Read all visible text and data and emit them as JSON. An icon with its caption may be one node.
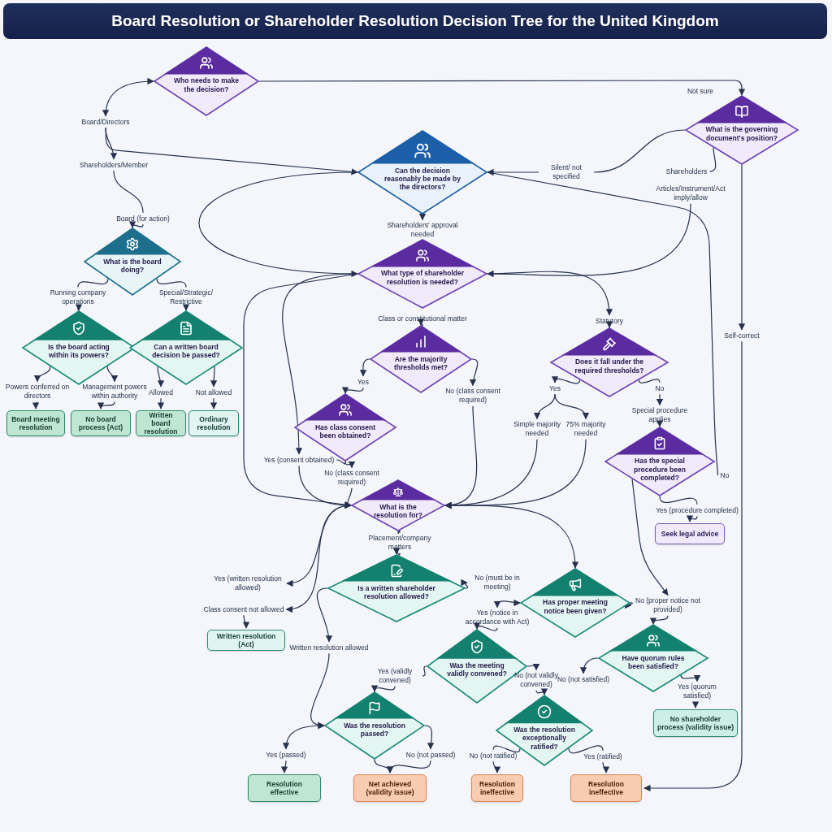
{
  "diagram": {
    "title": "Board Resolution or Shareholder Resolution Decision Tree for the United Kingdom",
    "nodes": [
      {
        "text": [
          "Who needs to make the decision?"
        ]
      },
      {
        "text": [
          "Board/Directors"
        ]
      },
      {
        "text": [
          "Shareholders/Member"
        ]
      },
      {
        "text": [
          "Board (for action)"
        ]
      },
      {
        "text": [
          "What is the board doing?"
        ]
      },
      {
        "text": [
          "Running company operations"
        ]
      },
      {
        "text": [
          "Special/Strategic/ Restrictive"
        ]
      },
      {
        "text": [
          "Is the board acting within its powers?"
        ]
      },
      {
        "text": [
          "Can a written board decision be passed?"
        ]
      },
      {
        "text": [
          "Powers conferred on directors"
        ]
      },
      {
        "text": [
          "Management powers within authority"
        ]
      },
      {
        "text": [
          "Allowed"
        ]
      },
      {
        "text": [
          "Not allowed"
        ]
      },
      {
        "text": [
          "Board meeting resolution"
        ]
      },
      {
        "text": [
          "No board process (Act)"
        ]
      },
      {
        "text": [
          "Written board resolution"
        ]
      },
      {
        "text": [
          "Ordinary resolution"
        ]
      },
      {
        "text": [
          "Can the decision reasonably be made by the directors?"
        ]
      },
      {
        "text": [
          "What is the governing document's position?"
        ]
      },
      {
        "text": [
          "Silent/ not specified"
        ]
      },
      {
        "text": [
          "Shareholders"
        ]
      },
      {
        "text": [
          "Articles/Instrument/Act imply/allow"
        ]
      },
      {
        "text": [
          "Shareholders' approval needed"
        ]
      },
      {
        "text": [
          "What type of shareholder resolution is needed?"
        ]
      },
      {
        "text": [
          "Class or constitutional matter"
        ]
      },
      {
        "text": [
          "Statutory"
        ]
      },
      {
        "text": [
          "Are the majority thresholds met?"
        ]
      },
      {
        "text": [
          "Does it fall under the required thresholds?"
        ]
      },
      {
        "text": [
          "Yes"
        ]
      },
      {
        "text": [
          "No (class consent required)"
        ]
      },
      {
        "text": [
          "Yes"
        ]
      },
      {
        "text": [
          "No"
        ]
      },
      {
        "text": [
          "Simple majority needed"
        ]
      },
      {
        "text": [
          "75% majority needed"
        ]
      },
      {
        "text": [
          "Special procedure applies"
        ]
      },
      {
        "text": [
          "Has class consent been obtained?"
        ]
      },
      {
        "text": [
          "Has the special procedure been completed?"
        ]
      },
      {
        "text": [
          "Yes (consent obtained)"
        ]
      },
      {
        "text": [
          "No (class consent required)"
        ]
      },
      {
        "text": [
          "No"
        ]
      },
      {
        "text": [
          "Yes (procedure completed)"
        ]
      },
      {
        "text": [
          "Seek legal advice"
        ]
      },
      {
        "text": [
          "What is the resolution for?"
        ]
      },
      {
        "text": [
          "Self-correct"
        ]
      },
      {
        "text": [
          "Placement/company matters"
        ]
      },
      {
        "text": [
          "Yes (written resolution allowed)"
        ]
      },
      {
        "text": [
          "Class consent not allowed"
        ]
      },
      {
        "text": [
          "Is a written shareholder resolution allowed?"
        ]
      },
      {
        "text": [
          "No (must be in meeting)"
        ]
      },
      {
        "text": [
          "Written resolution (Act)"
        ]
      },
      {
        "text": [
          "Written resolution allowed"
        ]
      },
      {
        "text": [
          "Has proper meeting notice been given?"
        ]
      },
      {
        "text": [
          "Yes (notice in accordance with Act)"
        ]
      },
      {
        "text": [
          "No (proper notice not provided)"
        ]
      },
      {
        "text": [
          "Was the meeting validly convened?"
        ]
      },
      {
        "text": [
          "Have quorum rules been satisfied?"
        ]
      },
      {
        "text": [
          "Yes (validly convened)"
        ]
      },
      {
        "text": [
          "No (not validly convened)"
        ]
      },
      {
        "text": [
          "No (not satisfied)"
        ]
      },
      {
        "text": [
          "Yes (quorum satisfied)"
        ]
      },
      {
        "text": [
          "No shareholder process (validity issue)"
        ]
      },
      {
        "text": [
          "Was the resolution passed?"
        ]
      },
      {
        "text": [
          "Was the resolution exceptionally ratified?"
        ]
      },
      {
        "text": [
          "Yes (passed)"
        ]
      },
      {
        "text": [
          "No (not passed)"
        ]
      },
      {
        "text": [
          "No (not ratified)"
        ]
      },
      {
        "text": [
          "Yes (ratified)"
        ]
      },
      {
        "text": [
          "Resolution effective"
        ]
      },
      {
        "text": [
          "Net achieved (validity issue)"
        ]
      },
      {
        "text": [
          "Resolution ineffective"
        ]
      },
      {
        "text": [
          "Resolution ineffective"
        ]
      }
    ],
    "edges": [
      {
        "from": 0,
        "to": 18,
        "arrow": "to",
        "label": "Not sure"
      },
      {
        "from": 1,
        "to": 0,
        "arrow": "both"
      },
      {
        "from": 1,
        "to": 2,
        "arrow": "to"
      },
      {
        "from": 1,
        "to": 17,
        "arrow": "to"
      },
      {
        "from": 2,
        "to": 3,
        "arrow": "none"
      },
      {
        "from": 3,
        "to": 4,
        "arrow": "to"
      },
      {
        "from": 4,
        "to": 5,
        "arrow": "none"
      },
      {
        "from": 4,
        "to": 6,
        "arrow": "none"
      },
      {
        "from": 5,
        "to": 7,
        "arrow": "to"
      },
      {
        "from": 6,
        "to": 8,
        "arrow": "to"
      },
      {
        "from": 7,
        "to": 9,
        "arrow": "to"
      },
      {
        "from": 7,
        "to": 10,
        "arrow": "to"
      },
      {
        "from": 8,
        "to": 11,
        "arrow": "to"
      },
      {
        "from": 8,
        "to": 12,
        "arrow": "to"
      },
      {
        "from": 9,
        "to": 13,
        "arrow": "to"
      },
      {
        "from": 10,
        "to": 14,
        "arrow": "to"
      },
      {
        "from": 11,
        "to": 15,
        "arrow": "to"
      },
      {
        "from": 12,
        "to": 16,
        "arrow": "to"
      },
      {
        "from": 17,
        "to": 23,
        "arrow": "to"
      },
      {
        "from": 17,
        "to": 22,
        "arrow": "to"
      },
      {
        "from": 17,
        "to": 39,
        "arrow": "none"
      },
      {
        "from": 18,
        "to": 19,
        "arrow": "none"
      },
      {
        "from": 19,
        "to": 17,
        "arrow": "to"
      },
      {
        "from": 18,
        "to": 20,
        "arrow": "none"
      },
      {
        "from": 21,
        "to": 23,
        "arrow": "to"
      },
      {
        "from": 18,
        "to": 43,
        "arrow": "to"
      },
      {
        "from": 43,
        "to": 70,
        "arrow": "to"
      },
      {
        "from": 24,
        "to": 26,
        "arrow": "to"
      },
      {
        "from": 23,
        "to": 25,
        "arrow": "to"
      },
      {
        "from": 25,
        "to": 27,
        "arrow": "to"
      },
      {
        "from": 23,
        "to": 42,
        "arrow": "to"
      },
      {
        "from": 23,
        "to": 37,
        "arrow": "to"
      },
      {
        "from": 37,
        "to": 42,
        "arrow": "to"
      },
      {
        "from": 35,
        "to": 37,
        "arrow": "none"
      },
      {
        "from": 26,
        "to": 28,
        "arrow": "to"
      },
      {
        "from": 28,
        "to": 35,
        "arrow": "to"
      },
      {
        "from": 26,
        "to": 29,
        "arrow": "to"
      },
      {
        "from": 29,
        "to": 42,
        "arrow": "to"
      },
      {
        "from": 35,
        "to": 38,
        "arrow": "to"
      },
      {
        "from": 38,
        "to": 42,
        "arrow": "to"
      },
      {
        "from": 27,
        "to": 30,
        "arrow": "to"
      },
      {
        "from": 27,
        "to": 31,
        "arrow": "none"
      },
      {
        "from": 30,
        "to": 32,
        "arrow": "to"
      },
      {
        "from": 30,
        "to": 33,
        "arrow": "to"
      },
      {
        "from": 32,
        "to": 42,
        "arrow": "to"
      },
      {
        "from": 33,
        "to": 42,
        "arrow": "to"
      },
      {
        "from": 31,
        "to": 34,
        "arrow": "to"
      },
      {
        "from": 34,
        "to": 36,
        "arrow": "to"
      },
      {
        "from": 36,
        "to": 40,
        "arrow": "none"
      },
      {
        "from": 40,
        "to": 41,
        "arrow": "to"
      },
      {
        "from": 36,
        "to": 53,
        "arrow": "to"
      },
      {
        "from": 42,
        "to": 44,
        "arrow": "none"
      },
      {
        "from": 44,
        "to": 47,
        "arrow": "to"
      },
      {
        "from": 42,
        "to": 45,
        "arrow": "to"
      },
      {
        "from": 42,
        "to": 46,
        "arrow": "to"
      },
      {
        "from": 46,
        "to": 49,
        "arrow": "to"
      },
      {
        "from": 42,
        "to": 51,
        "arrow": "to"
      },
      {
        "from": 47,
        "to": 48,
        "arrow": "to"
      },
      {
        "from": 47,
        "to": 50,
        "arrow": "to"
      },
      {
        "from": 50,
        "to": 61,
        "arrow": "to"
      },
      {
        "from": 51,
        "to": 52,
        "arrow": "both"
      },
      {
        "from": 51,
        "to": 53,
        "arrow": "to"
      },
      {
        "from": 52,
        "to": 54,
        "arrow": "to"
      },
      {
        "from": 53,
        "to": 55,
        "arrow": "to"
      },
      {
        "from": 54,
        "to": 56,
        "arrow": "none"
      },
      {
        "from": 56,
        "to": 61,
        "arrow": "to"
      },
      {
        "from": 54,
        "to": 57,
        "arrow": "to"
      },
      {
        "from": 57,
        "to": 62,
        "arrow": "to"
      },
      {
        "from": 55,
        "to": 58,
        "arrow": "to"
      },
      {
        "from": 55,
        "to": 59,
        "arrow": "to"
      },
      {
        "from": 59,
        "to": 60,
        "arrow": "to"
      },
      {
        "from": 61,
        "to": 63,
        "arrow": "both"
      },
      {
        "from": 61,
        "to": 64,
        "arrow": "to"
      },
      {
        "from": 63,
        "to": 67,
        "arrow": "to"
      },
      {
        "from": 61,
        "to": 68,
        "arrow": "to"
      },
      {
        "from": 64,
        "to": 68,
        "arrow": "to"
      },
      {
        "from": 62,
        "to": 65,
        "arrow": "none"
      },
      {
        "from": 65,
        "to": 69,
        "arrow": "to"
      },
      {
        "from": 62,
        "to": 66,
        "arrow": "none"
      },
      {
        "from": 66,
        "to": 70,
        "arrow": "to"
      }
    ]
  }
}
